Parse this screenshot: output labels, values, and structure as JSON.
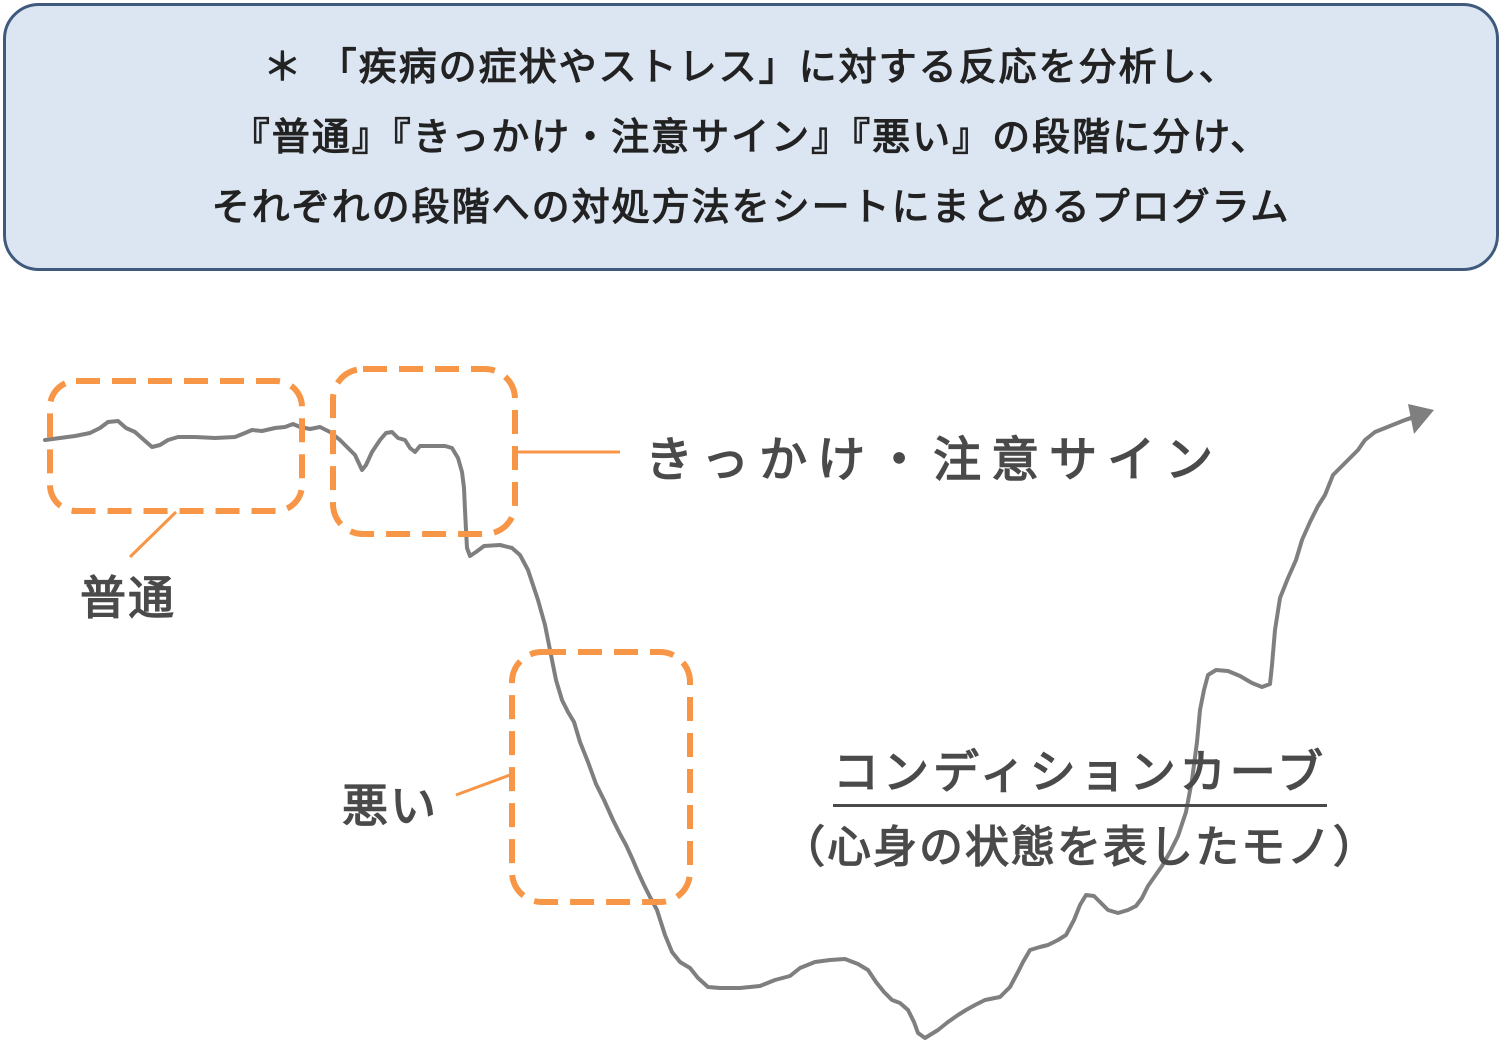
{
  "header": {
    "lines": [
      "＊ 「疾病の症状やストレス」に対する反応を分析し、",
      "『普通』『きっかけ・注意サイン』『悪い』の段階に分け、",
      "それぞれの段階への対処方法をシートにまとめるプログラム"
    ]
  },
  "stages": {
    "normal": "普通",
    "trigger": "きっかけ・注意サイン",
    "bad": "悪い"
  },
  "curve": {
    "title": "コンディションカーブ",
    "subtitle": "（心身の状態を表したモノ）"
  },
  "colors": {
    "header_bg": "#dce6f2",
    "header_border": "#3f5a7c",
    "stage_box": "#f79646",
    "curve_line": "#7f7f7f",
    "label_text": "#4a4a4a"
  }
}
